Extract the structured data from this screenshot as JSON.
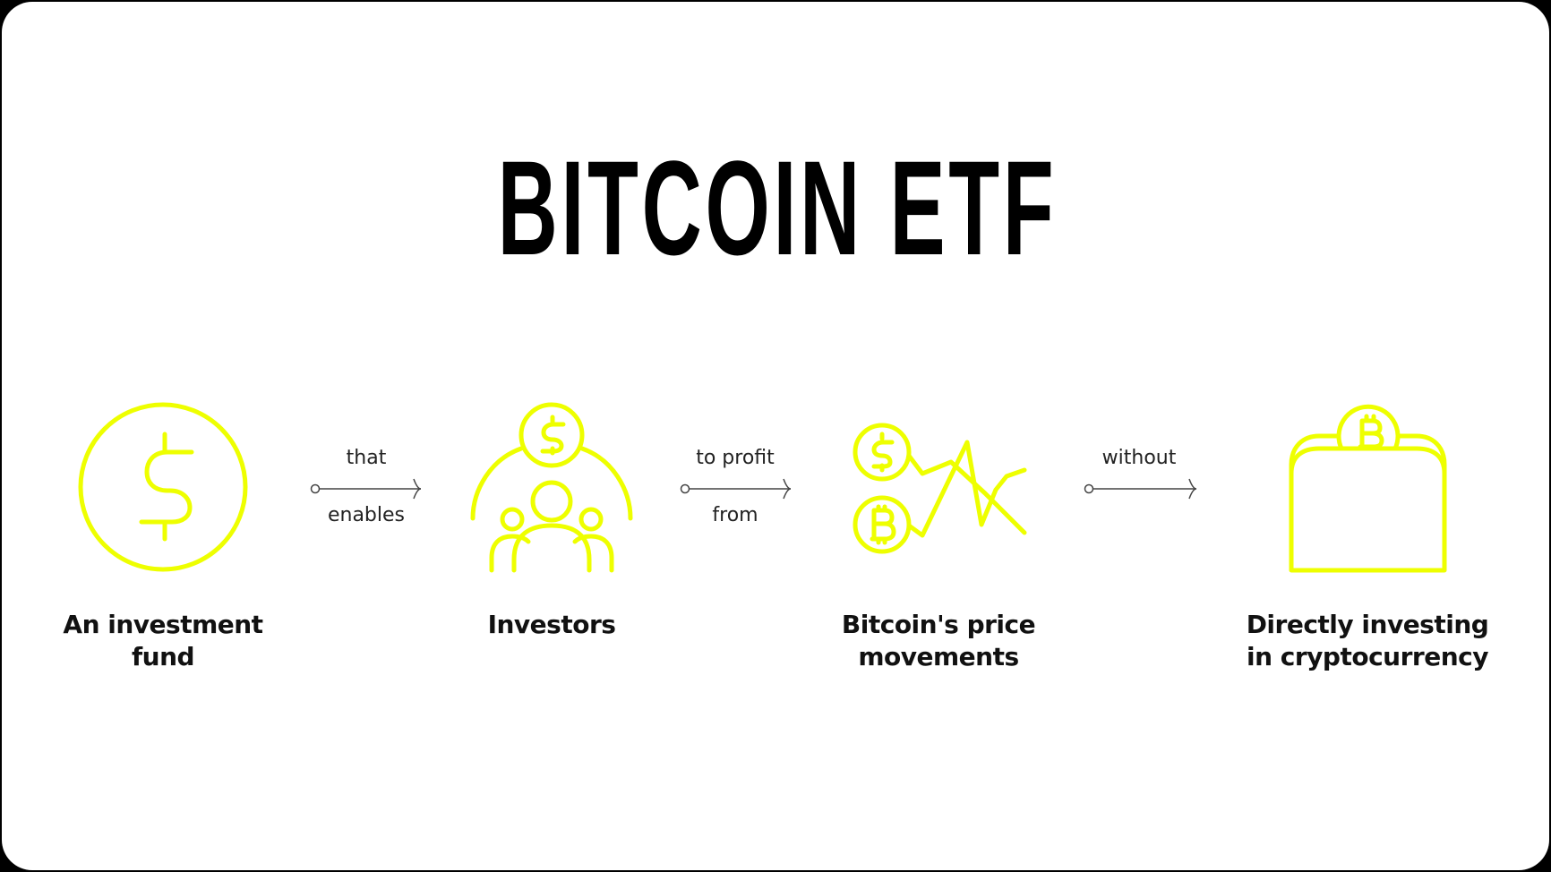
{
  "title": "BITCOIN ETF",
  "colors": {
    "accent": "#EEFF00",
    "text": "#000000",
    "connector": "#444444",
    "background": "#FFFFFF",
    "frame": "#000000"
  },
  "steps": [
    {
      "icon": "dollar-coin-icon",
      "caption_line1": "An investment",
      "caption_line2": "fund"
    },
    {
      "icon": "investors-group-icon",
      "caption_line1": "Investors",
      "caption_line2": ""
    },
    {
      "icon": "price-movement-chart-icon",
      "caption_line1": "Bitcoin's price",
      "caption_line2": "movements"
    },
    {
      "icon": "bitcoin-wallet-icon",
      "caption_line1": "Directly investing",
      "caption_line2": "in cryptocurrency"
    }
  ],
  "connectors": [
    {
      "top": "that",
      "bottom": "enables"
    },
    {
      "top": "to profit",
      "bottom": "from"
    },
    {
      "top": "without",
      "bottom": ""
    }
  ]
}
